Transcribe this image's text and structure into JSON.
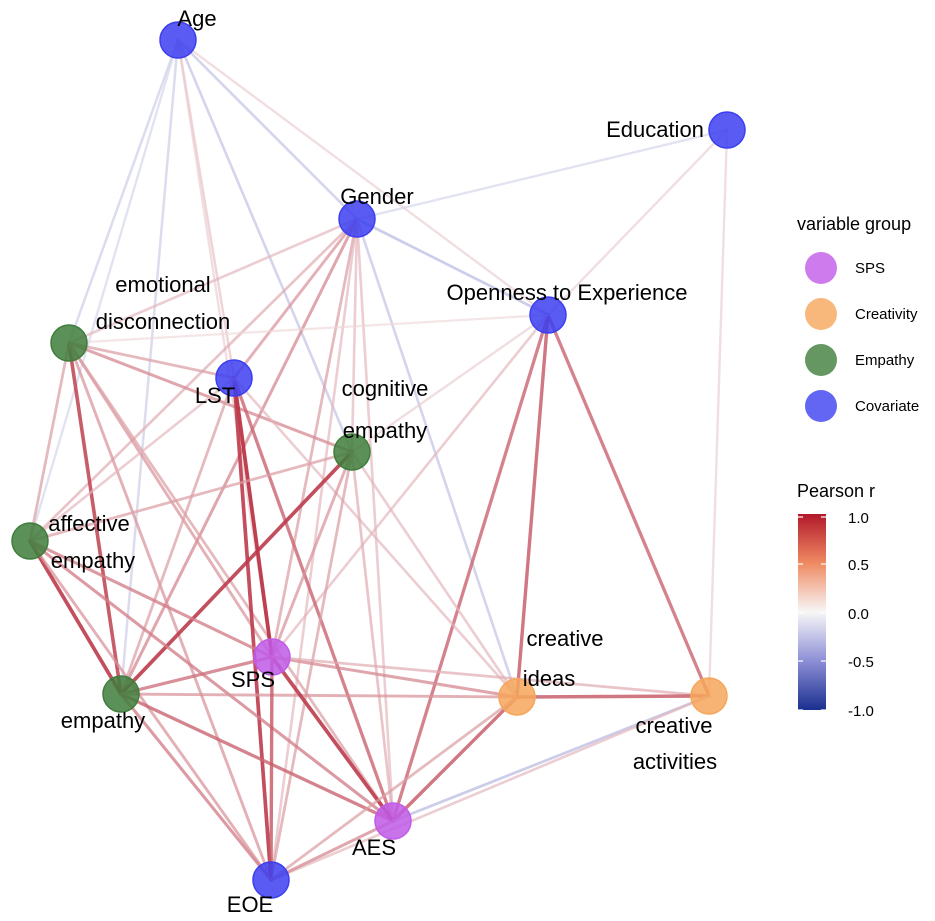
{
  "nodes": [
    {
      "id": "age",
      "label": "Age",
      "group": "Covariate"
    },
    {
      "id": "education",
      "label": "Education",
      "group": "Covariate"
    },
    {
      "id": "gender",
      "label": "Gender",
      "group": "Covariate"
    },
    {
      "id": "openness",
      "label": "Openness to Experience",
      "group": "Covariate"
    },
    {
      "id": "emo_disc",
      "label": "emotional disconnection",
      "group": "Empathy"
    },
    {
      "id": "lst",
      "label": "LST",
      "group": "Covariate"
    },
    {
      "id": "cog_emp",
      "label": "cognitive empathy",
      "group": "Empathy"
    },
    {
      "id": "aff_emp",
      "label": "affective empathy",
      "group": "Empathy"
    },
    {
      "id": "sps",
      "label": "SPS",
      "group": "SPS"
    },
    {
      "id": "empathy",
      "label": "empathy",
      "group": "Empathy"
    },
    {
      "id": "cr_ideas",
      "label": "creative ideas",
      "group": "Creativity"
    },
    {
      "id": "cr_act",
      "label": "creative activities",
      "group": "Creativity"
    },
    {
      "id": "aes",
      "label": "AES",
      "group": "SPS"
    },
    {
      "id": "eoe",
      "label": "EOE",
      "group": "Covariate"
    }
  ],
  "edges": [
    {
      "a": "age",
      "b": "emo_disc",
      "r": -0.25
    },
    {
      "a": "age",
      "b": "aff_emp",
      "r": -0.2
    },
    {
      "a": "age",
      "b": "empathy",
      "r": -0.25
    },
    {
      "a": "age",
      "b": "lst",
      "r": 0.25
    },
    {
      "a": "age",
      "b": "gender",
      "r": -0.3
    },
    {
      "a": "age",
      "b": "cog_emp",
      "r": -0.3
    },
    {
      "a": "age",
      "b": "openness",
      "r": 0.2
    },
    {
      "a": "age",
      "b": "sps",
      "r": 0.2
    },
    {
      "a": "gender",
      "b": "education",
      "r": -0.2
    },
    {
      "a": "gender",
      "b": "openness",
      "r": -0.35
    },
    {
      "a": "gender",
      "b": "emo_disc",
      "r": 0.3
    },
    {
      "a": "gender",
      "b": "lst",
      "r": 0.45
    },
    {
      "a": "gender",
      "b": "cog_emp",
      "r": 0.3
    },
    {
      "a": "gender",
      "b": "aff_emp",
      "r": 0.35
    },
    {
      "a": "gender",
      "b": "empathy",
      "r": 0.5
    },
    {
      "a": "gender",
      "b": "sps",
      "r": 0.4
    },
    {
      "a": "gender",
      "b": "eoe",
      "r": 0.3
    },
    {
      "a": "gender",
      "b": "aes",
      "r": 0.3
    },
    {
      "a": "gender",
      "b": "cr_ideas",
      "r": -0.3
    },
    {
      "a": "education",
      "b": "openness",
      "r": 0.2
    },
    {
      "a": "education",
      "b": "cr_act",
      "r": 0.2
    },
    {
      "a": "openness",
      "b": "cr_ideas",
      "r": 0.7
    },
    {
      "a": "openness",
      "b": "cr_act",
      "r": 0.65
    },
    {
      "a": "openness",
      "b": "aes",
      "r": 0.65
    },
    {
      "a": "openness",
      "b": "sps",
      "r": 0.3
    },
    {
      "a": "openness",
      "b": "cog_emp",
      "r": 0.2
    },
    {
      "a": "openness",
      "b": "emo_disc",
      "r": 0.15
    },
    {
      "a": "emo_disc",
      "b": "aff_emp",
      "r": 0.4
    },
    {
      "a": "emo_disc",
      "b": "empathy",
      "r": 0.8
    },
    {
      "a": "emo_disc",
      "b": "lst",
      "r": 0.4
    },
    {
      "a": "emo_disc",
      "b": "cog_emp",
      "r": 0.5
    },
    {
      "a": "emo_disc",
      "b": "sps",
      "r": 0.45
    },
    {
      "a": "emo_disc",
      "b": "eoe",
      "r": 0.45
    },
    {
      "a": "emo_disc",
      "b": "aes",
      "r": 0.4
    },
    {
      "a": "lst",
      "b": "sps",
      "r": 0.9
    },
    {
      "a": "lst",
      "b": "eoe",
      "r": 0.85
    },
    {
      "a": "lst",
      "b": "aes",
      "r": 0.65
    },
    {
      "a": "lst",
      "b": "empathy",
      "r": 0.4
    },
    {
      "a": "lst",
      "b": "aff_emp",
      "r": 0.3
    },
    {
      "a": "lst",
      "b": "cr_ideas",
      "r": 0.3
    },
    {
      "a": "cog_emp",
      "b": "empathy",
      "r": 0.85
    },
    {
      "a": "cog_emp",
      "b": "aff_emp",
      "r": 0.4
    },
    {
      "a": "cog_emp",
      "b": "sps",
      "r": 0.45
    },
    {
      "a": "cog_emp",
      "b": "eoe",
      "r": 0.4
    },
    {
      "a": "cog_emp",
      "b": "aes",
      "r": 0.35
    },
    {
      "a": "cog_emp",
      "b": "cr_ideas",
      "r": 0.3
    },
    {
      "a": "aff_emp",
      "b": "empathy",
      "r": 0.85
    },
    {
      "a": "aff_emp",
      "b": "sps",
      "r": 0.55
    },
    {
      "a": "aff_emp",
      "b": "eoe",
      "r": 0.45
    },
    {
      "a": "aff_emp",
      "b": "aes",
      "r": 0.55
    },
    {
      "a": "empathy",
      "b": "sps",
      "r": 0.6
    },
    {
      "a": "empathy",
      "b": "eoe",
      "r": 0.55
    },
    {
      "a": "empathy",
      "b": "aes",
      "r": 0.65
    },
    {
      "a": "empathy",
      "b": "cr_ideas",
      "r": 0.45
    },
    {
      "a": "sps",
      "b": "aes",
      "r": 0.85
    },
    {
      "a": "sps",
      "b": "eoe",
      "r": 0.7
    },
    {
      "a": "sps",
      "b": "cr_ideas",
      "r": 0.5
    },
    {
      "a": "sps",
      "b": "cr_act",
      "r": 0.35
    },
    {
      "a": "cr_ideas",
      "b": "cr_act",
      "r": 0.7
    },
    {
      "a": "cr_ideas",
      "b": "aes",
      "r": 0.7
    },
    {
      "a": "cr_ideas",
      "b": "eoe",
      "r": 0.4
    },
    {
      "a": "cr_act",
      "b": "aes",
      "r": -0.35
    },
    {
      "a": "cr_act",
      "b": "eoe",
      "r": 0.3
    },
    {
      "a": "aes",
      "b": "eoe",
      "r": 0.5
    }
  ],
  "legend": {
    "group_title": "variable group",
    "groups": [
      {
        "label": "SPS",
        "color": "#c05ae8"
      },
      {
        "label": "Creativity",
        "color": "#f6a65a"
      },
      {
        "label": "Empathy",
        "color": "#3f7d3c"
      },
      {
        "label": "Covariate",
        "color": "#3c3ef0"
      }
    ],
    "color_title": "Pearson r",
    "scale_ticks": [
      "1.0",
      "0.5",
      "0.0",
      "-0.5",
      "-1.0"
    ]
  },
  "colors": {
    "positive": "#b2182b",
    "neutral": "#f7f7f7",
    "negative": "#053061"
  }
}
